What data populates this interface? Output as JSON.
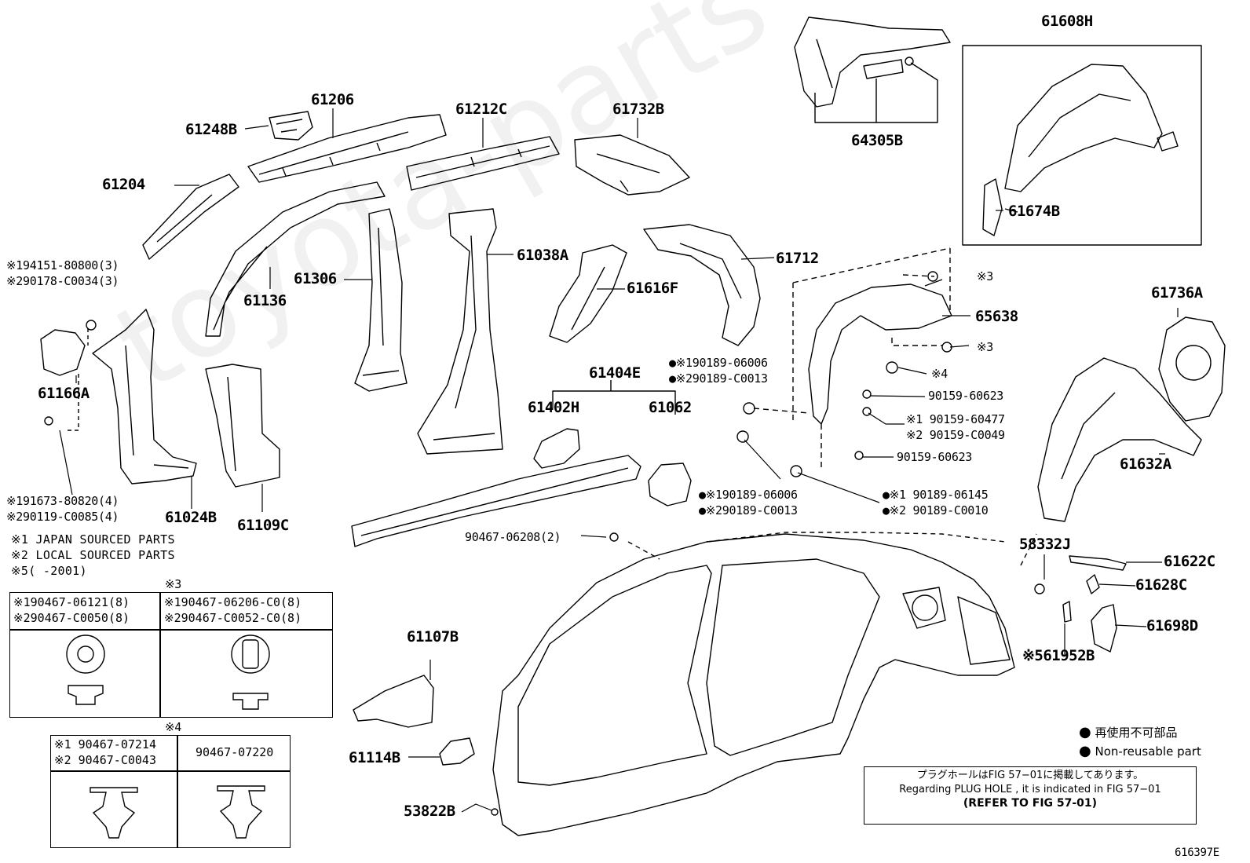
{
  "watermark": "toyota-parts",
  "labels": {
    "p61248B": "61248B",
    "p61206": "61206",
    "p61212C": "61212C",
    "p61732B": "61732B",
    "p61204": "61204",
    "p61136": "61136",
    "p61306": "61306",
    "p61038A": "61038A",
    "p61616F": "61616F",
    "p61712": "61712",
    "p64305B": "64305B",
    "p61608H": "61608H",
    "p61674B": "61674B",
    "p65638": "65638",
    "p61736A": "61736A",
    "p61632A": "61632A",
    "p61166A": "61166A",
    "p61024B": "61024B",
    "p61109C": "61109C",
    "p61404E": "61404E",
    "p61402H": "61402H",
    "p61062": "61062",
    "p58332J": "58332J",
    "p61622C": "61622C",
    "p61628C": "61628C",
    "p61698D": "61698D",
    "p61952B": "※561952B",
    "p61107B": "61107B",
    "p61114B": "61114B",
    "p53822B": "53822B"
  },
  "small_labels": {
    "s94151": "※194151-80800(3)",
    "s90178": "※290178-C0034(3)",
    "s91673": "※191673-80820(4)",
    "s90119": "※290119-C0085(4)",
    "s06006a": "※190189-06006",
    "s0013a": "※290189-C0013",
    "s06006b": "※190189-06006",
    "s0013b": "※290189-C0013",
    "s06145": "※1 90189-06145",
    "s0010": "※2 90189-C0010",
    "s90159a": "90159-60623",
    "s60477": "※1 90159-60477",
    "s0049": "※2 90159-C0049",
    "s90159b": "90159-60623",
    "s06208": "90467-06208(2)",
    "m3a": "※3",
    "m3b": "※3",
    "m4": "※4"
  },
  "notes": {
    "n1": "※1 JAPAN SOURCED PARTS",
    "n2": "※2 LOCAL SOURCED PARTS",
    "n5": "※5(     -2001)"
  },
  "clip_table_3": {
    "header": "※3",
    "left_1": "※190467-06121(8)",
    "left_2": "※290467-C0050(8)",
    "right_1": "※190467-06206-C0(8)",
    "right_2": "※290467-C0052-C0(8)"
  },
  "clip_table_4": {
    "header": "※4",
    "left_1": "※1 90467-07214",
    "left_2": "※2 90467-C0043",
    "right": "90467-07220"
  },
  "legend": {
    "jp": "再使用不可部品",
    "en": "Non-reusable part"
  },
  "plug_note": {
    "jp": "プラグホールはFIG 57−01に掲載してあります。",
    "en": "Regarding PLUG HOLE , it is indicated in FIG 57−01",
    "ref": "(REFER TO FIG 57-01)"
  },
  "figure_id": "616397E"
}
